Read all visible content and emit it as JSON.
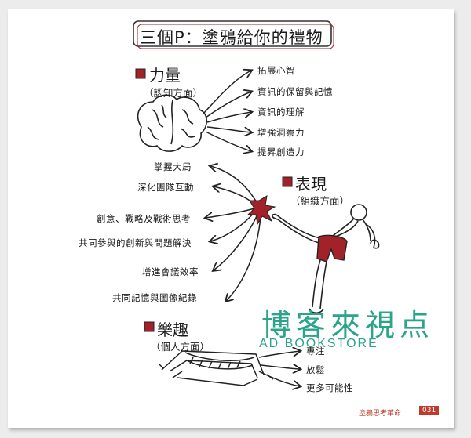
{
  "title": "三個P：塗鴉給你的禮物",
  "sections": {
    "power": {
      "heading": "力量",
      "subtitle": "（認知方面）",
      "items": [
        "拓展心智",
        "資訊的保留與記憶",
        "資訊的理解",
        "增強洞察力",
        "提昇創造力"
      ]
    },
    "performance": {
      "heading": "表現",
      "subtitle": "（組織方面）",
      "items": [
        "掌握大局",
        "深化團隊互動",
        "創意、戰略及戰術思考",
        "共同參與的創新與問題解決",
        "增進會議效率",
        "共同記憶與圖像紀錄"
      ]
    },
    "pleasure": {
      "heading": "樂趣",
      "subtitle": "（個人方面）",
      "items": [
        "專注",
        "放鬆",
        "更多可能性"
      ]
    }
  },
  "watermark": {
    "chinese": "博客來視点",
    "english": "AD BOOKSTORE"
  },
  "footer": {
    "text": "塗鴉思考革命",
    "page": "031"
  },
  "colors": {
    "accent": "#a3222a",
    "watermark": "#2aa48a"
  }
}
